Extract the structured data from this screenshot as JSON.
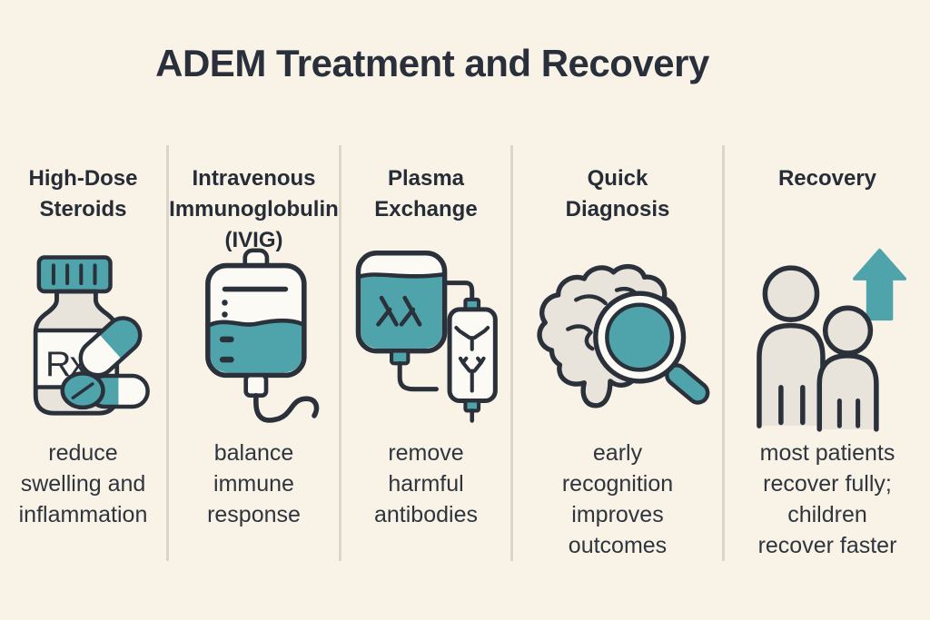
{
  "title": "ADEM Treatment and Recovery",
  "colors": {
    "background": "#f9f2e7",
    "accent_teal": "#4fa3ab",
    "outline_dark": "#2b313b",
    "fill_light": "#e8e4db",
    "fill_white": "#fcfaf4",
    "divider": "#dcd6ca",
    "title_text": "#2a303b",
    "body_text": "#2f353d"
  },
  "columns": [
    {
      "header": "High-Dose Steroids",
      "icon": "pill-bottle-rx-icon",
      "icon_label": "Rx",
      "caption": "reduce swelling and inflammation"
    },
    {
      "header": "Intravenous Immunoglobulin (IVIG)",
      "icon": "iv-bag-icon",
      "caption": "balance immune response"
    },
    {
      "header": "Plasma Exchange",
      "icon": "plasma-exchange-bags-icon",
      "caption": "remove harmful antibodies"
    },
    {
      "header": "Quick Diagnosis",
      "icon": "brain-magnifier-icon",
      "caption": "early recognition improves outcomes"
    },
    {
      "header": "Recovery",
      "icon": "people-up-arrow-icon",
      "caption": "most patients recover fully; children recover faster"
    }
  ]
}
